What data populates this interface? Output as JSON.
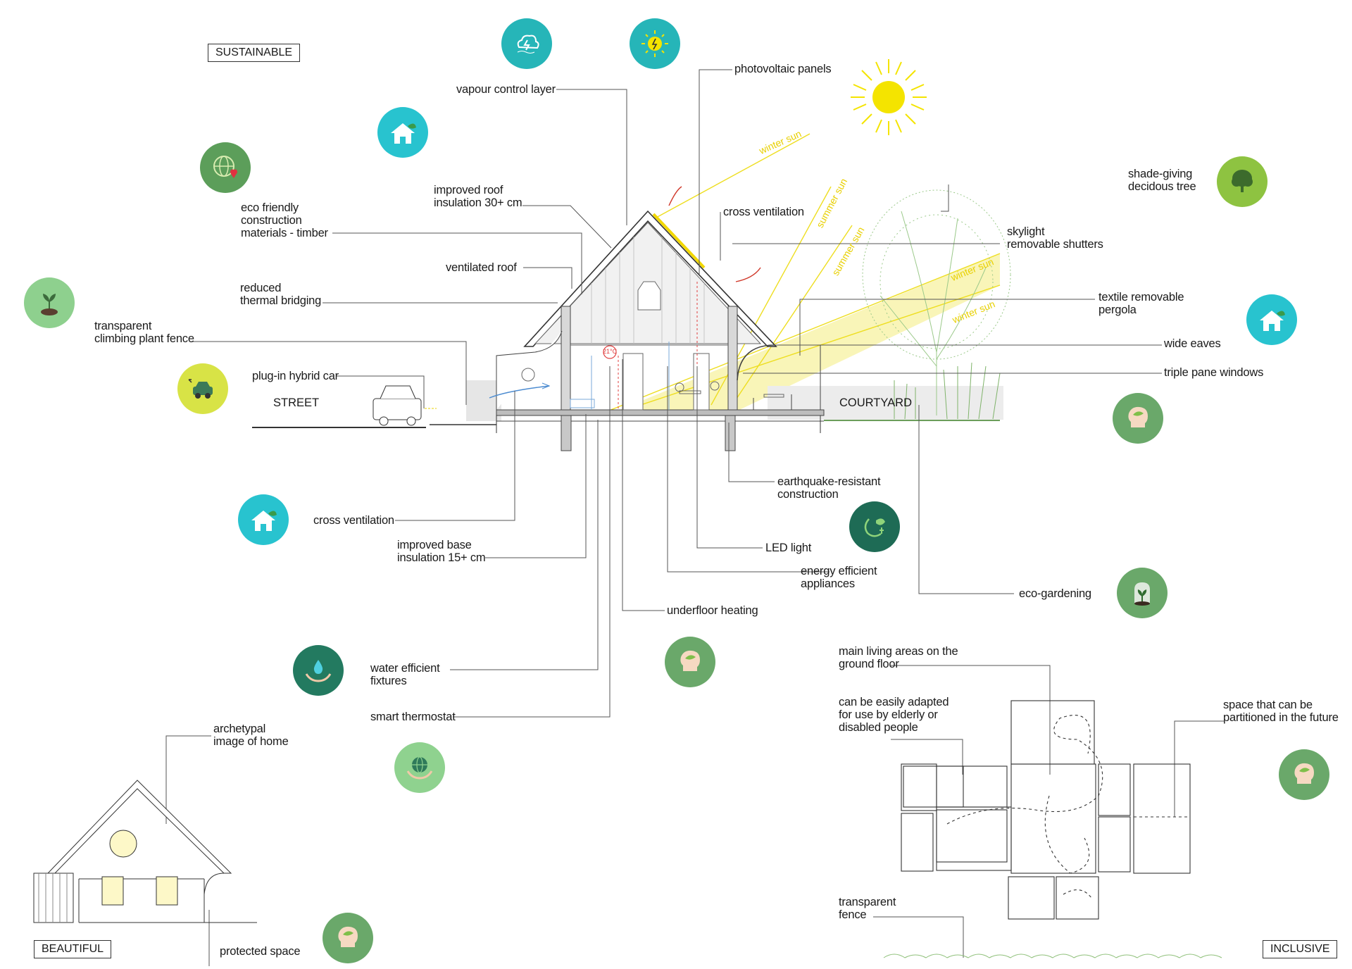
{
  "section_labels": {
    "sustainable": "SUSTAINABLE",
    "beautiful": "BEAUTIFUL",
    "inclusive": "INCLUSIVE"
  },
  "scene_labels": {
    "street": "STREET",
    "courtyard": "COURTYARD",
    "thermostat_reading": "21°C"
  },
  "sun_labels": {
    "winter_sun_1": "winter sun",
    "summer_sun_1": "summer sun",
    "summer_sun_2": "summer sun",
    "winter_sun_2": "winter sun",
    "winter_sun_3": "winter sun"
  },
  "callouts": {
    "vapour_control_layer": "vapour control layer",
    "photovoltaic_panels": "photovoltaic panels",
    "eco_friendly_materials": "eco friendly\nconstruction\nmaterials - timber",
    "improved_roof_insulation": "improved roof\ninsulation 30+ cm",
    "cross_ventilation_top": "cross ventilation",
    "shade_giving_tree": "shade-giving\ndecidous tree",
    "skylight_shutters": "skylight\nremovable shutters",
    "ventilated_roof": "ventilated roof",
    "reduced_thermal_bridging": "reduced\nthermal bridging",
    "textile_pergola": "textile removable\npergola",
    "transparent_plant_fence": "transparent\nclimbing plant fence",
    "wide_eaves": "wide eaves",
    "plug_in_hybrid_car": "plug-in hybrid car",
    "triple_pane_windows": "triple pane windows",
    "earthquake_resistant": "earthquake-resistant\nconstruction",
    "cross_ventilation_bottom": "cross ventilation",
    "improved_base_insulation": "improved base\ninsulation 15+ cm",
    "led_light": "LED light",
    "energy_efficient_appliances": "energy efficient\nappliances",
    "eco_gardening": "eco-gardening",
    "underfloor_heating": "underfloor heating",
    "water_efficient_fixtures": "water efficient\nfixtures",
    "smart_thermostat": "smart thermostat",
    "archetypal_image": "archetypal\nimage of home",
    "protected_space": "protected space",
    "main_living_areas": "main living areas on the\nground floor",
    "easily_adapted": "can be easily adapted\nfor use by elderly or\ndisabled people",
    "partitioned_future": "space that can be\npartitioned in the future",
    "transparent_fence": "transparent\nfence"
  },
  "icons": [
    {
      "id": "weather-cloud",
      "name": "cloud-storm-icon",
      "color": "#26b5b8"
    },
    {
      "id": "solar-energy",
      "name": "solar-energy-icon",
      "color": "#26b5b8"
    },
    {
      "id": "eco-house-1",
      "name": "eco-house-icon",
      "color": "#28c3cf"
    },
    {
      "id": "globe-heart",
      "name": "globe-heart-icon",
      "color": "#5c9e5a"
    },
    {
      "id": "sprout",
      "name": "sprout-icon",
      "color": "#8ed08e"
    },
    {
      "id": "electric-car",
      "name": "electric-car-icon",
      "color": "#d8e346"
    },
    {
      "id": "tree",
      "name": "tree-icon",
      "color": "#8ec341"
    },
    {
      "id": "eco-house-2",
      "name": "eco-house-icon",
      "color": "#28c3cf"
    },
    {
      "id": "mind-leaf-1",
      "name": "mind-leaf-icon",
      "color": "#6aa86a"
    },
    {
      "id": "eco-house-3",
      "name": "eco-house-icon",
      "color": "#28c3cf"
    },
    {
      "id": "plug-leaf",
      "name": "plug-leaf-icon",
      "color": "#1e6b55"
    },
    {
      "id": "plant-jar",
      "name": "plant-jar-icon",
      "color": "#6aa86a"
    },
    {
      "id": "water-hands",
      "name": "water-hands-icon",
      "color": "#237a60"
    },
    {
      "id": "mind-leaf-2",
      "name": "mind-leaf-icon",
      "color": "#6aa86a"
    },
    {
      "id": "globe-hands",
      "name": "globe-hands-icon",
      "color": "#8fd28f"
    },
    {
      "id": "mind-leaf-3",
      "name": "mind-leaf-icon",
      "color": "#6aa86a"
    },
    {
      "id": "mind-leaf-4",
      "name": "mind-leaf-icon",
      "color": "#6aa86a"
    }
  ],
  "colors": {
    "sun": "#f4e400",
    "sun_beam": "#f7f2a0",
    "tree_green": "#9bc98a",
    "leader_line": "#555555"
  }
}
